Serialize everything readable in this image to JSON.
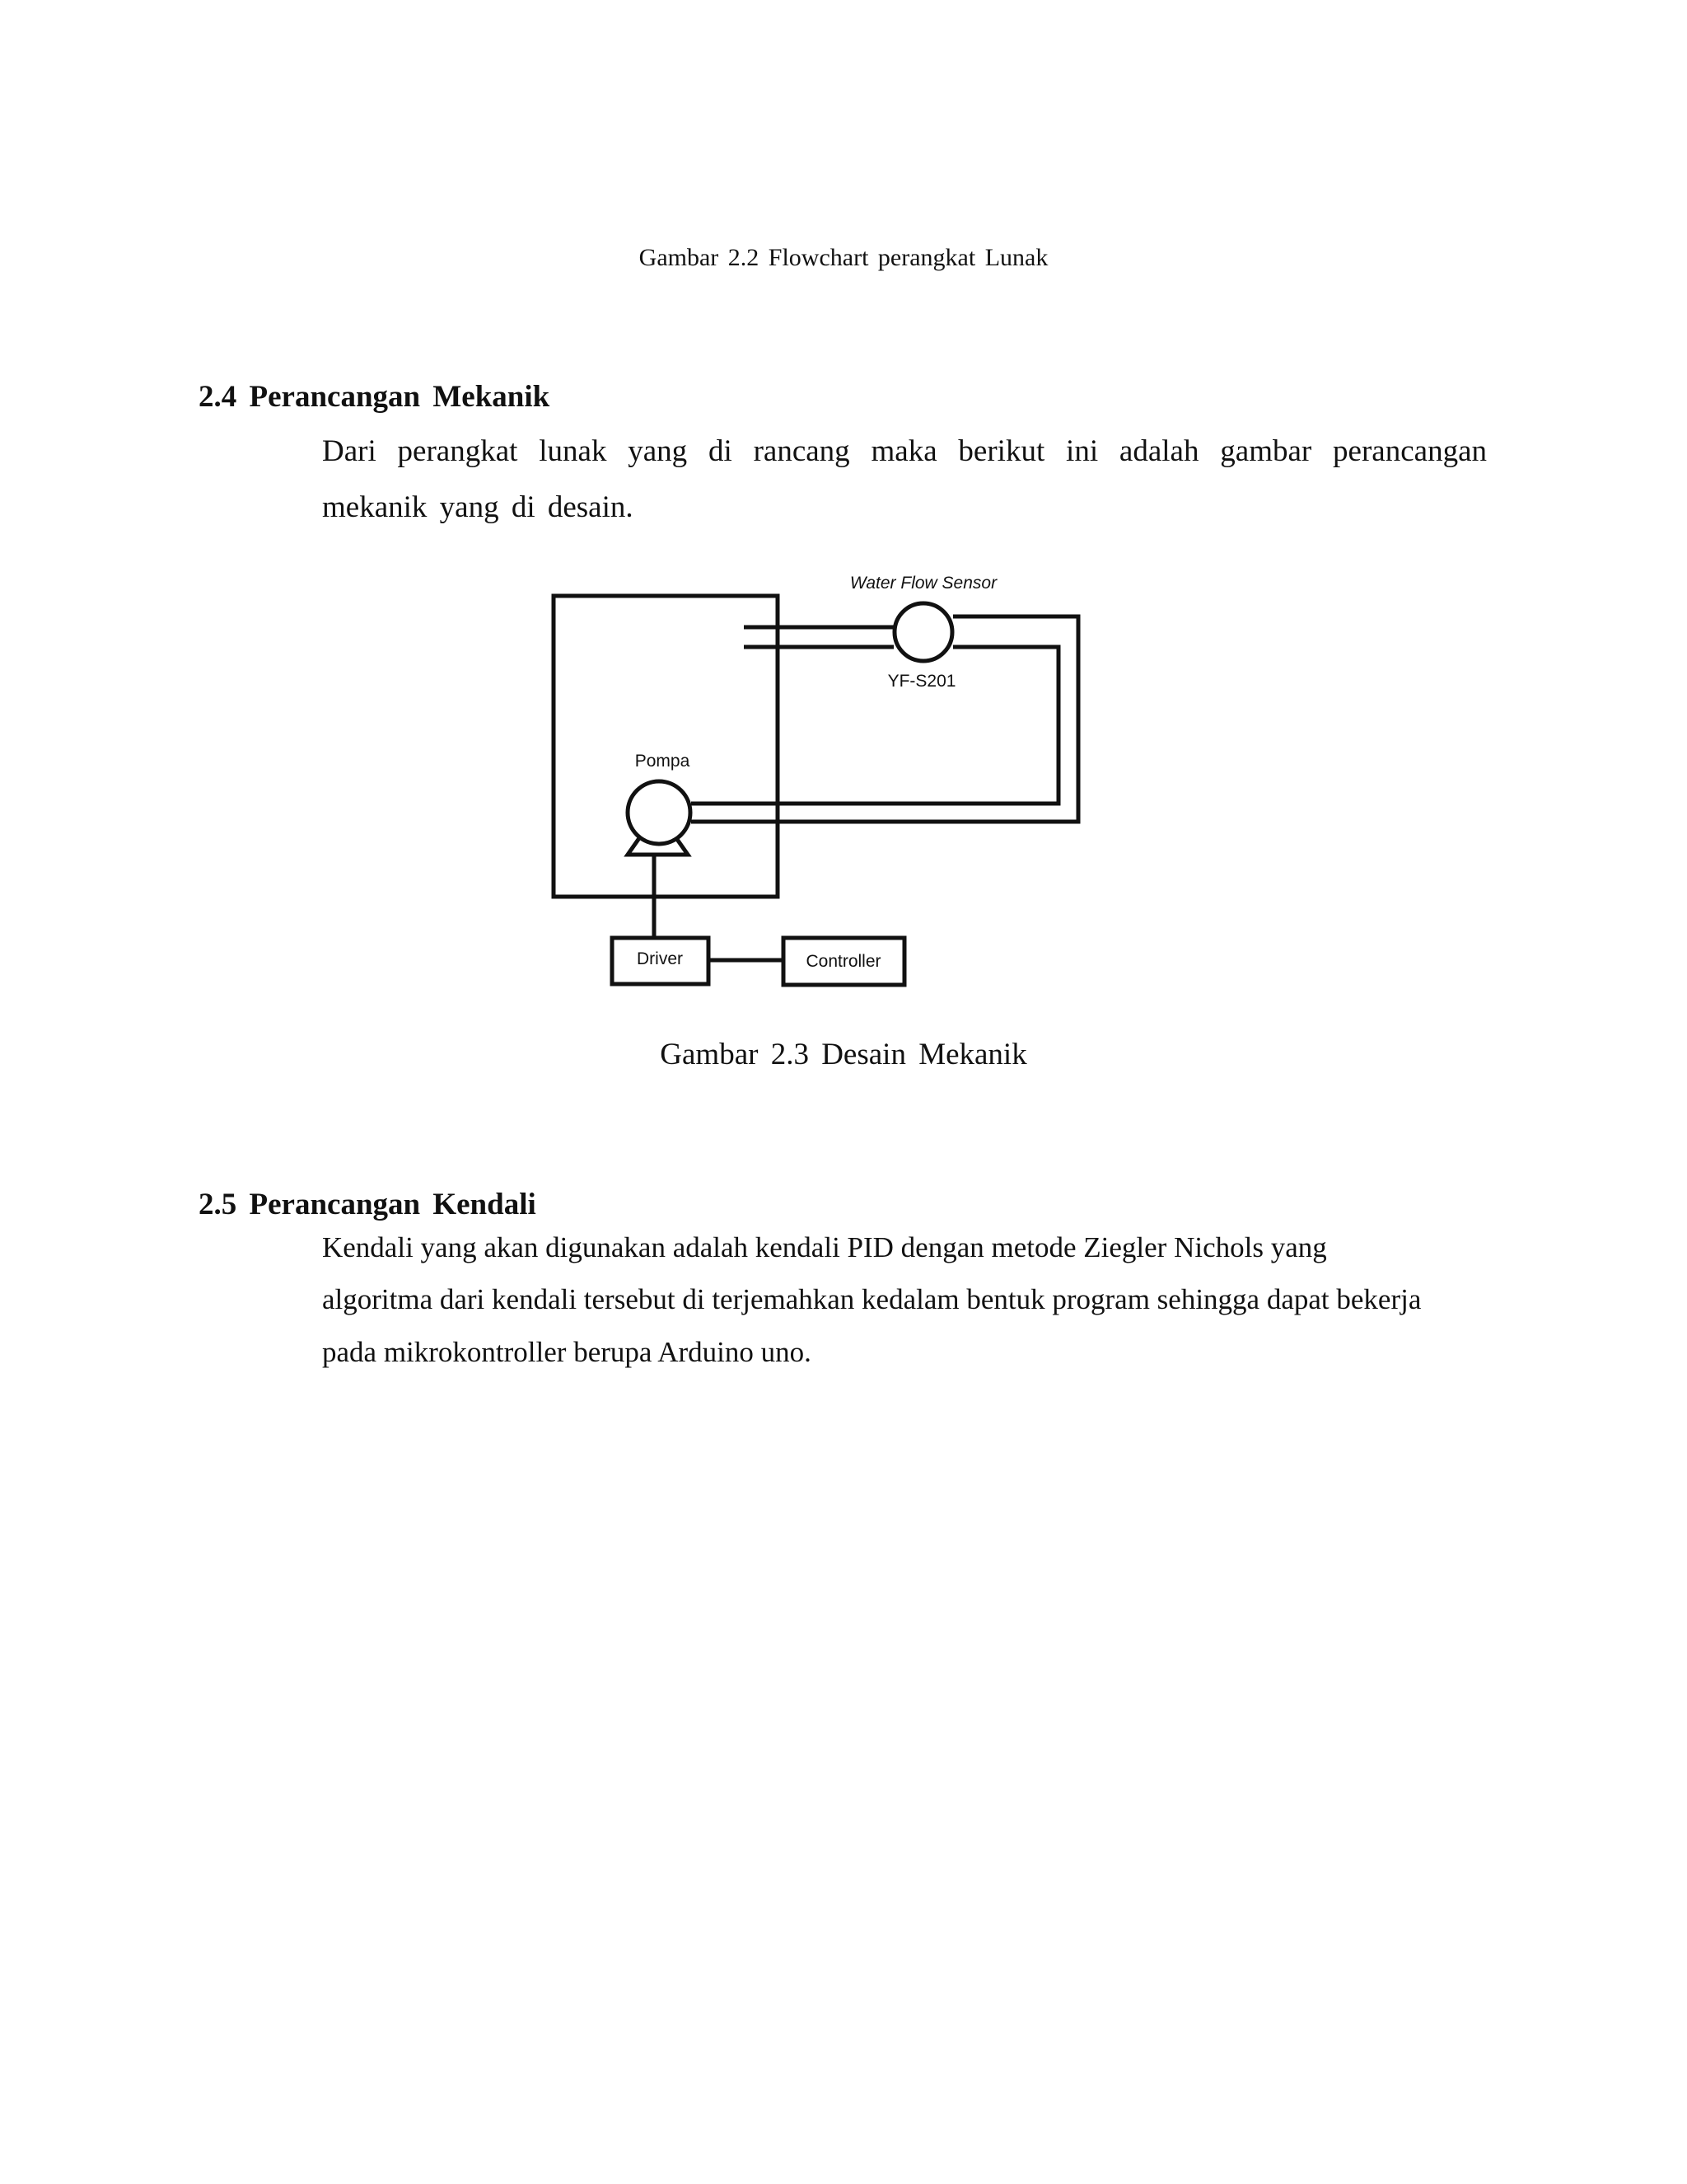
{
  "figure_2_2": {
    "caption": "Gambar 2.2 Flowchart perangkat Lunak"
  },
  "section_2_4": {
    "heading": "2.4 Perancangan Mekanik",
    "paragraph_line1": "Dari perangkat lunak yang di rancang maka berikut ini adalah gambar perancangan",
    "paragraph_line2": "mekanik yang di desain."
  },
  "figure_2_3": {
    "caption": "Gambar 2.3 Desain Mekanik",
    "labels": {
      "sensor_title": "Water Flow Sensor",
      "sensor_model": "YF-S201",
      "pump": "Pompa",
      "driver": "Driver",
      "controller": "Controller"
    }
  },
  "section_2_5": {
    "heading": "2.5 Perancangan Kendali",
    "lines": [
      "Kendali yang akan digunakan adalah kendali PID dengan metode Ziegler Nichols yang",
      "algoritma dari kendali tersebut di terjemahkan kedalam bentuk program sehingga dapat bekerja",
      "pada mikrokontroller berupa Arduino uno."
    ]
  }
}
